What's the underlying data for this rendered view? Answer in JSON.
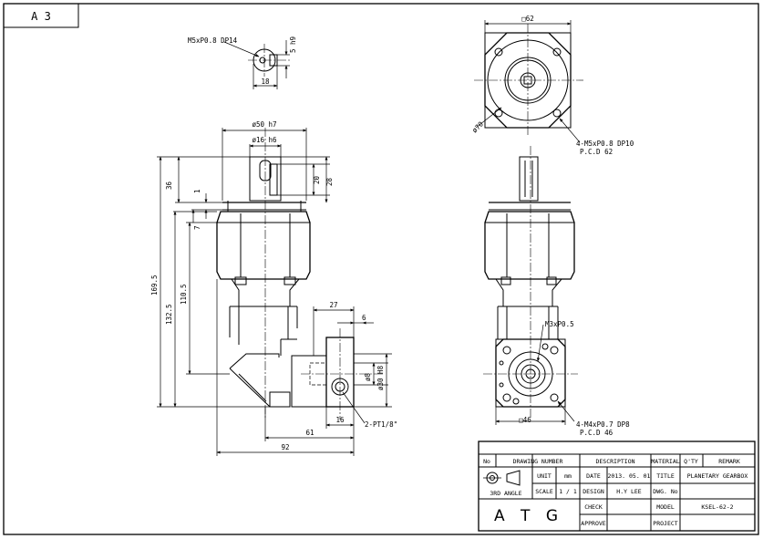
{
  "sheet": {
    "size": "A 3"
  },
  "dims": {
    "key_thread": "M5xP0.8 DP14",
    "key_h": "5 h9",
    "key_w": "18",
    "d50": "ø50 h7",
    "d16": "ø16 h6",
    "len36": "36",
    "len1": "1",
    "len7": "7",
    "len20": "20",
    "len28": "28",
    "len169": "169.5",
    "len132": "132.5",
    "len110": "110.5",
    "len27": "27",
    "len6": "6",
    "d8": "ø8",
    "d30": "ø30 H8",
    "len16": "16",
    "pt": "2-PT1/8\"",
    "len61": "61",
    "len92": "92",
    "sq62": "□62",
    "d70": "ø70",
    "top_holes": "4-M5xP0.8 DP10",
    "top_pcd": "P.C.D 62",
    "m3": "M3xP0.5",
    "sq46": "□46",
    "bot_holes": "4-M4xP0.7 DP8",
    "bot_pcd": "P.C.D 46"
  },
  "title_block": {
    "hdr_no": "No",
    "hdr_drawing": "DRAWING NUMBER",
    "hdr_desc": "DESCRIPTION",
    "hdr_material": "MATERIAL",
    "hdr_qty": "Q'TY",
    "hdr_remark": "REMARK",
    "projection": "3RD ANGLE",
    "unit_label": "UNIT",
    "unit_value": "mm",
    "scale_label": "SCALE",
    "scale_value": "1 / 1",
    "date_label": "DATE",
    "date_value": "2013. 05. 01",
    "title_label": "TITLE",
    "title_value": "PLANETARY GEARBOX",
    "design_label": "DESIGN",
    "design_value": "H.Y LEE",
    "dwg_label": "DWG. No",
    "dwg_value": "",
    "check_label": "CHECK",
    "model_label": "MODEL",
    "model_value": "KSEL-62-2",
    "approve_label": "APPROVE",
    "project_label": "PROJECT",
    "logo": "A T G"
  }
}
